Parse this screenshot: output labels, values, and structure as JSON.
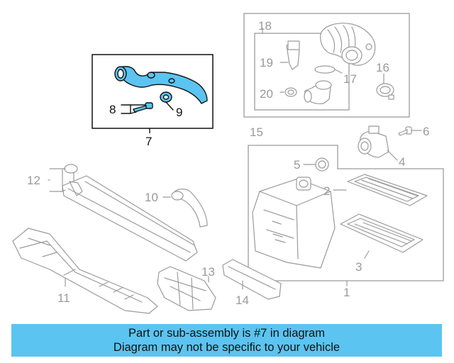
{
  "diagram": {
    "callouts": {
      "c1": "1",
      "c2": "2",
      "c3": "3",
      "c4": "4",
      "c5": "5",
      "c6": "6",
      "c7": "7",
      "c8": "8",
      "c9": "9",
      "c10": "10",
      "c11": "11",
      "c12": "12",
      "c13": "13",
      "c14": "14",
      "c15": "15",
      "c16": "16",
      "c17": "17",
      "c18": "18",
      "c19": "19",
      "c20": "20"
    },
    "highlighted_part": "7",
    "highlight_color": "#5bc4f1",
    "line_color": "#9b9b9b"
  },
  "notice": {
    "line1": "Part or sub-assembly is #7 in diagram",
    "line2": "Diagram may not be specific to your vehicle",
    "background": "#5bc4f1"
  }
}
